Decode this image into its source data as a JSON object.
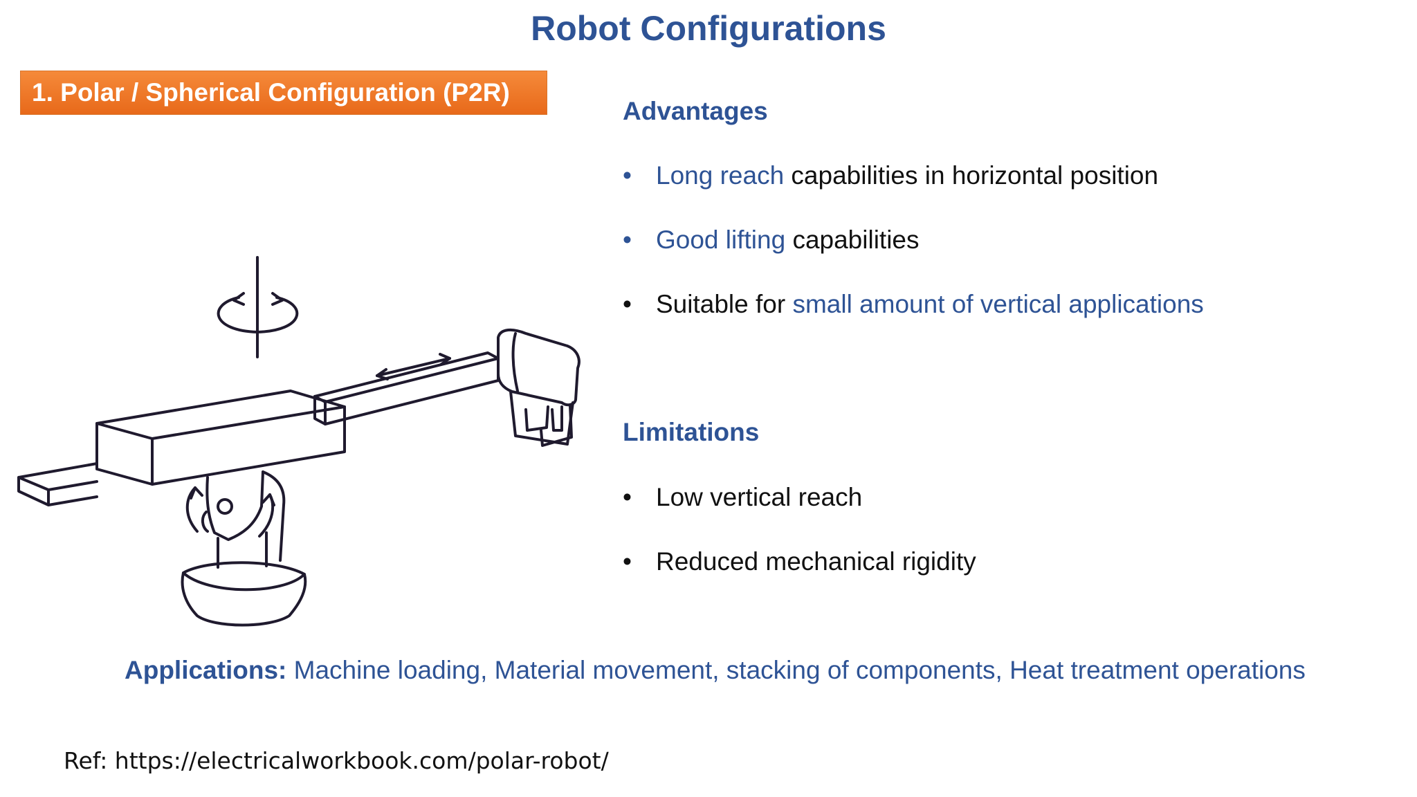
{
  "slide": {
    "title": "Robot Configurations",
    "section_banner": "1. Polar / Spherical Configuration (P2R)",
    "advantages": {
      "heading": "Advantages",
      "items": [
        {
          "highlight": "Long reach",
          "rest": " capabilities in horizontal position"
        },
        {
          "highlight": "Good lifting",
          "rest": " capabilities"
        },
        {
          "plain": "Suitable for ",
          "highlight": "small amount of vertical applications"
        }
      ]
    },
    "limitations": {
      "heading": "Limitations",
      "items": [
        "Low vertical reach",
        "Reduced mechanical rigidity"
      ]
    },
    "applications": {
      "label": "Applications:",
      "text": " Machine loading, Material movement, stacking of components, Heat treatment operations"
    },
    "reference": "Ref: https://electricalworkbook.com/polar-robot/",
    "colors": {
      "accent_blue": "#2e5395",
      "banner_orange": "#ee7a2a",
      "text_dark": "#111111",
      "line_art": "#1f1a2e"
    },
    "bullet_glyph": "•"
  }
}
